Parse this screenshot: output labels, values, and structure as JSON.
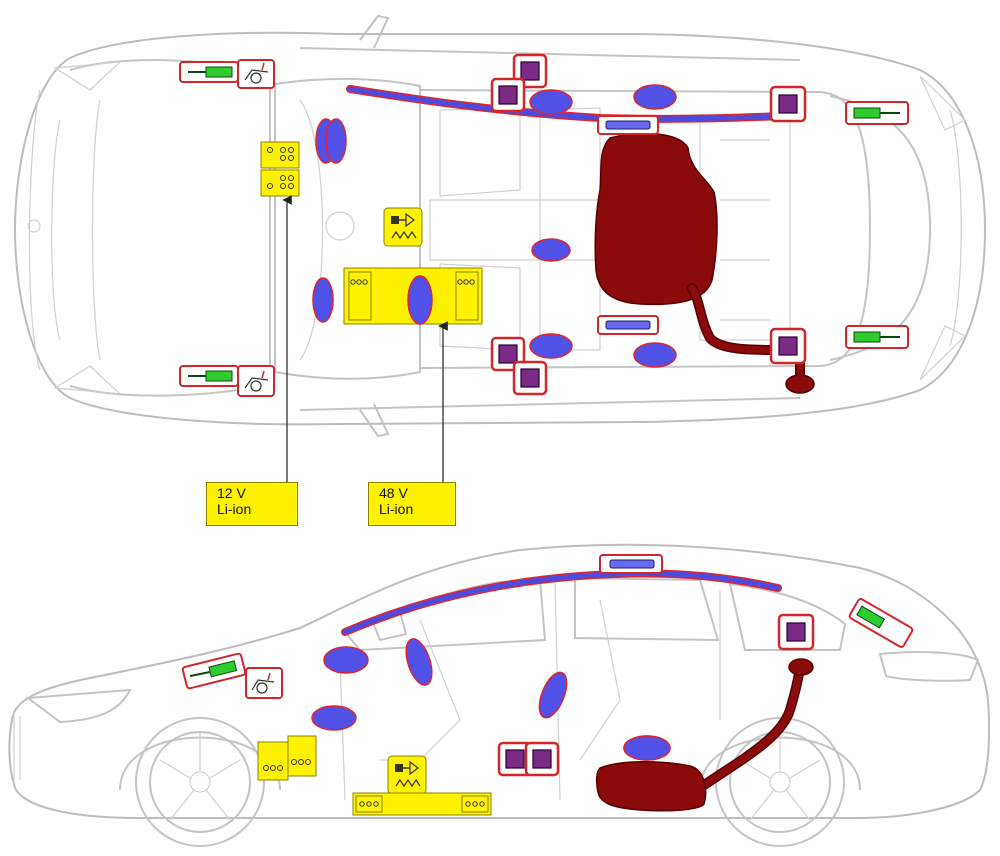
{
  "labels": {
    "battery_12v": {
      "line1": "12 V",
      "line2": "Li-ion"
    },
    "battery_48v": {
      "line1": "48 V",
      "line2": "Li-ion"
    }
  },
  "colors": {
    "airbag": "#5151e8",
    "outline_red": "#e0242c",
    "fuel_tank": "#8b0a0a",
    "battery_yellow": "#fff200",
    "sensor_purple": "#7b2b86",
    "gas_strut_green": "#2ecc2e",
    "body_outline": "#c4c4c4"
  },
  "icons": {
    "hood_pedestrian_protection": "hood-lift-icon",
    "high_voltage_disconnect": "hv-disconnect-icon"
  }
}
